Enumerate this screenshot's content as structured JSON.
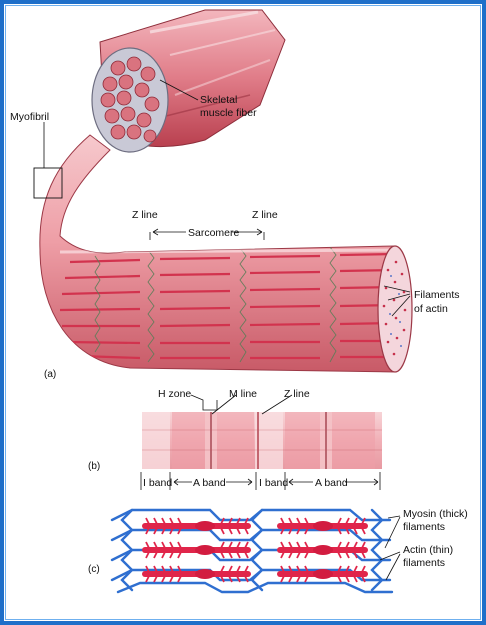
{
  "labels": {
    "myofibril": "Myofibril",
    "skeletal_fiber_line1": "Skeletal",
    "skeletal_fiber_line2": "muscle fiber",
    "z_line_left": "Z line",
    "z_line_right": "Z line",
    "sarcomere": "Sarcomere",
    "filaments_actin_line1": "Filaments",
    "filaments_actin_line2": "of actin",
    "panel_a": "(a)",
    "h_zone": "H zone",
    "m_line": "M line",
    "z_line_b": "Z line",
    "panel_b": "(b)",
    "i_band_left": "I band",
    "a_band_left": "A band",
    "i_band_mid": "I band",
    "a_band_right": "A band",
    "myosin_line1": "Myosin (thick)",
    "myosin_line2": "filaments",
    "actin_line1": "Actin (thin)",
    "actin_line2": "filaments",
    "panel_c": "(c)"
  },
  "colors": {
    "frame": "#1f6fc9",
    "muscle_pink": "#e58c96",
    "muscle_dark": "#b8424f",
    "myosin_red": "#e0254a",
    "actin_blue": "#2f6fd0",
    "band_pink": "#f2b7bd"
  }
}
